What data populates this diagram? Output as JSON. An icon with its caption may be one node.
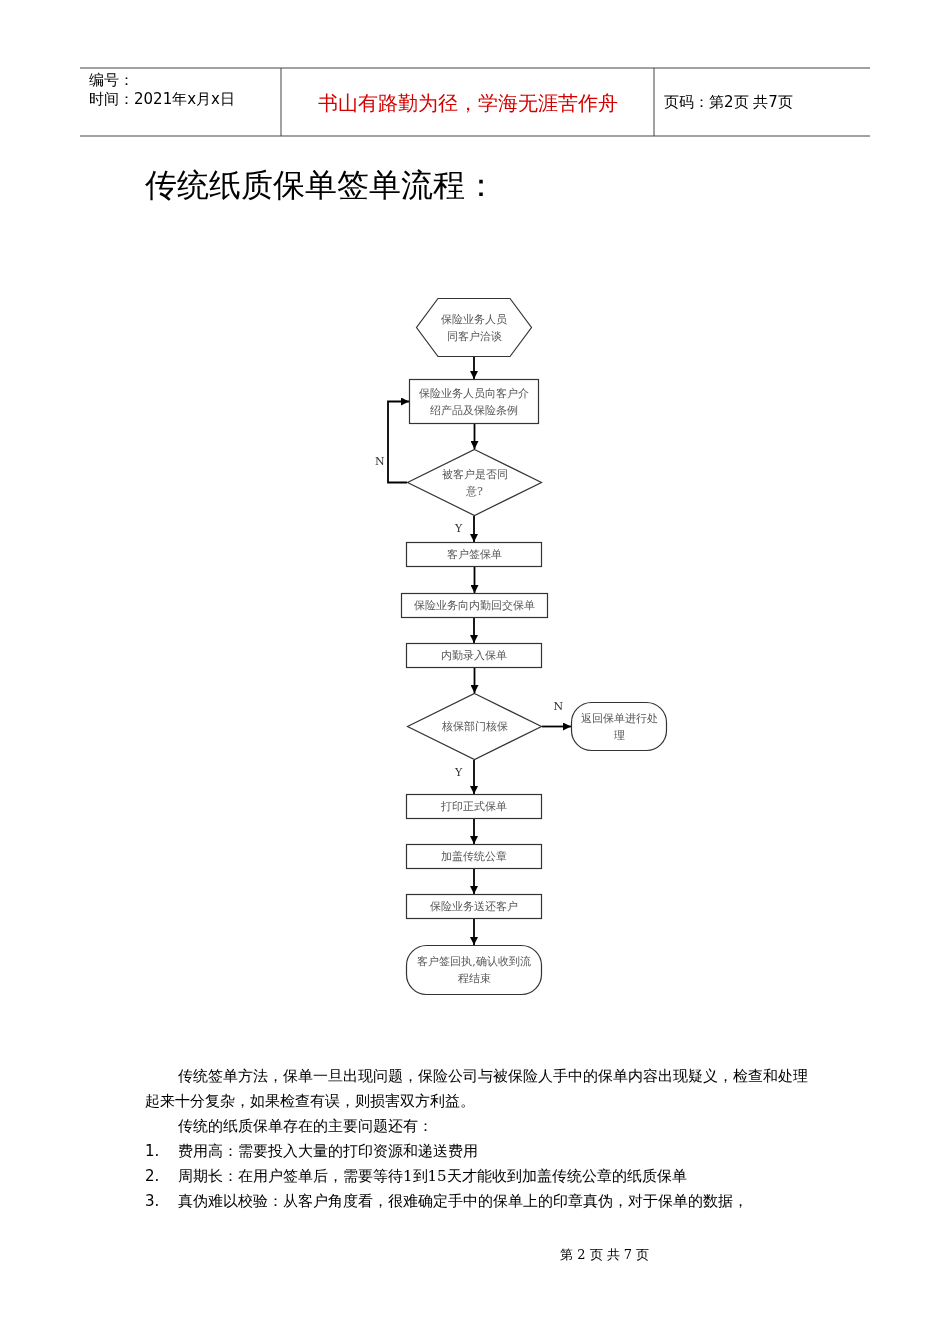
{
  "diagram": {
    "title": "传统纸质保单签单流程：",
    "nodes": [
      {
        "text": [
          "保险业务人员同客户洽谈"
        ]
      },
      {
        "text": [
          "保险业务人员向客户介绍产品及保险条例"
        ]
      },
      {
        "text": [
          "被客户是否同意?"
        ]
      },
      {
        "text": [
          "客户签保单"
        ]
      },
      {
        "text": [
          "保险业务向内勤回交保单"
        ]
      },
      {
        "text": [
          "内勤录入保单"
        ]
      },
      {
        "text": [
          "核保部门核保"
        ]
      },
      {
        "text": [
          "返回保单进行处理"
        ]
      },
      {
        "text": [
          "打印正式保单"
        ]
      },
      {
        "text": [
          "加盖传统公章"
        ]
      },
      {
        "text": [
          "保险业务送还客户"
        ]
      },
      {
        "text": [
          "客户签回执,确认收到流程结束"
        ]
      }
    ],
    "edges": [
      {
        "from": 0,
        "to": 1,
        "arrow": "to"
      },
      {
        "from": 1,
        "to": 2,
        "arrow": "to"
      },
      {
        "from": 2,
        "to": 1,
        "arrow": "to",
        "label": "N"
      },
      {
        "from": 2,
        "to": 3,
        "arrow": "to",
        "label": "Y"
      },
      {
        "from": 3,
        "to": 4,
        "arrow": "to"
      },
      {
        "from": 4,
        "to": 5,
        "arrow": "to"
      },
      {
        "from": 5,
        "to": 6,
        "arrow": "to"
      },
      {
        "from": 6,
        "to": 7,
        "arrow": "to",
        "label": "N"
      },
      {
        "from": 6,
        "to": 8,
        "arrow": "to",
        "label": "Y"
      },
      {
        "from": 8,
        "to": 9,
        "arrow": "to"
      },
      {
        "from": 9,
        "to": 10,
        "arrow": "to"
      },
      {
        "from": 10,
        "to": 11,
        "arrow": "to"
      }
    ],
    "labels": [
      "编号：",
      "时间：2021年x月x日",
      "书山有路勤为径，学海无涯苦作舟",
      "页码：第2页 共7页",
      "传统签单方法，保单一旦出现问题，保险公司与被保险人手中的保单内容出现疑义，检查和处理起来十分复杂，如果检查有误，则损害双方利益。",
      "传统的纸质保单存在的主要问题还有：",
      "1.",
      "费用高：需要投入大量的打印资源和递送费用",
      "2.",
      "周期长：在用户签单后，需要等待1到15天才能收到加盖传统公章的纸质保单",
      "3.",
      "真伪难以校验：从客户角度看，很难确定手中的保单上的印章真伪，对于保单的数据，",
      "第 2 页 共 7 页"
    ]
  }
}
